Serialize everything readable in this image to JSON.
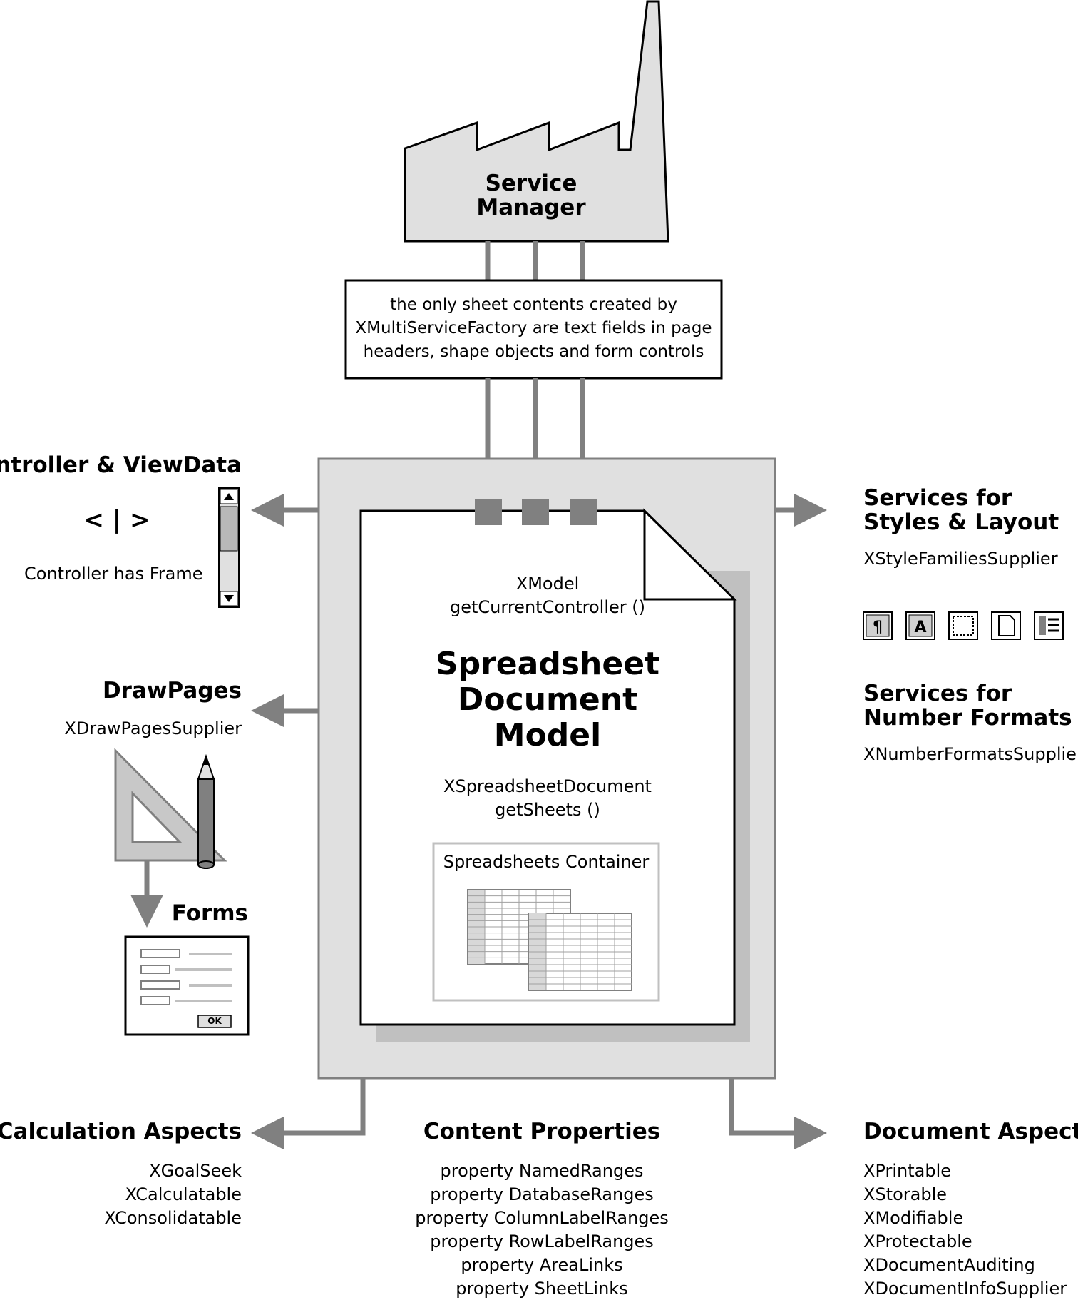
{
  "service_manager": {
    "line1": "Service",
    "line2": "Manager"
  },
  "factory_note": {
    "lines": [
      "the only sheet contents created by",
      "XMultiServiceFactory are text fields in page",
      "headers, shape objects and form controls"
    ]
  },
  "controller": {
    "title": "Controller & ViewData",
    "symbol": "< | >",
    "caption": "Controller has Frame"
  },
  "drawpages": {
    "title": "DrawPages",
    "interface": "XDrawPagesSupplier"
  },
  "forms": {
    "title": "Forms",
    "ok_label": "OK"
  },
  "model": {
    "interface1": "XModel",
    "method1": "getCurrentController ()",
    "title_lines": [
      "Spreadsheet",
      "Document",
      "Model"
    ],
    "interface2": "XSpreadsheetDocument",
    "method2": "getSheets ()",
    "container_label": "Spreadsheets Container"
  },
  "styles_layout": {
    "title_lines": [
      "Services for",
      "Styles & Layout"
    ],
    "interface": "XStyleFamiliesSupplier",
    "icons": [
      "paragraph-style-icon",
      "character-style-icon",
      "frame-style-icon",
      "page-style-icon",
      "numbering-style-icon"
    ]
  },
  "number_formats": {
    "title_lines": [
      "Services for",
      "Number Formats"
    ],
    "interface": "XNumberFormatsSupplier"
  },
  "calculation": {
    "title": "Calculation Aspects",
    "items": [
      "XGoalSeek",
      "XCalculatable",
      "XConsolidatable"
    ]
  },
  "content_properties": {
    "title": "Content Properties",
    "items": [
      "property NamedRanges",
      "property DatabaseRanges",
      "property ColumnLabelRanges",
      "property RowLabelRanges",
      "property AreaLinks",
      "property SheetLinks"
    ]
  },
  "document_aspects": {
    "title": "Document Aspects",
    "items": [
      "XPrintable",
      "XStorable",
      "XModifiable",
      "XProtectable",
      "XDocumentAuditing",
      "XDocumentInfoSupplier"
    ]
  },
  "colors": {
    "connector": "#808080",
    "panel": "#e0e0e0",
    "shadow": "#c0c0c0",
    "outline": "#000000"
  }
}
